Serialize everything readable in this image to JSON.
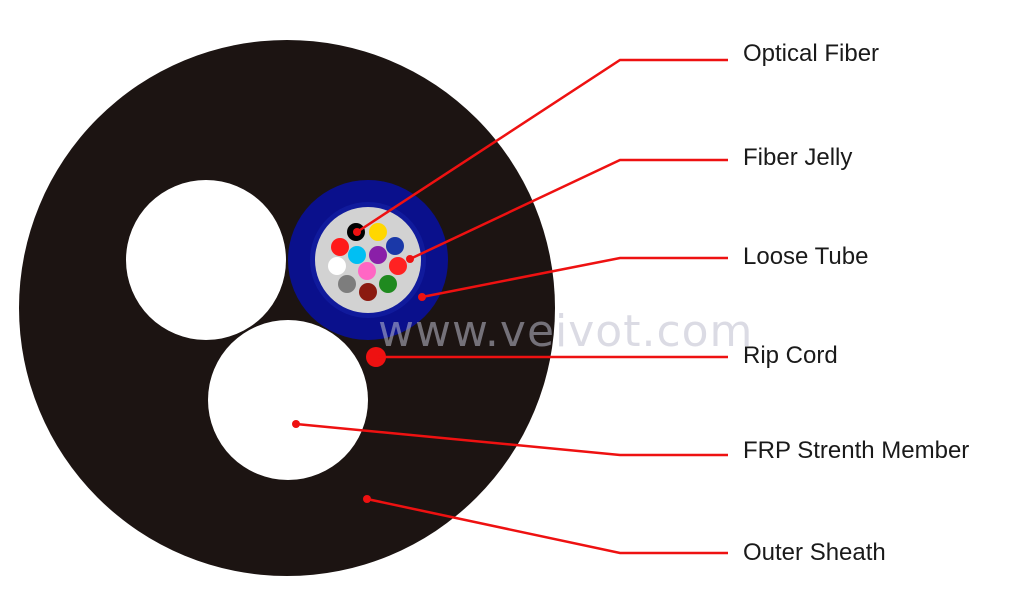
{
  "watermark": "www.veivot.com",
  "labels": {
    "optical_fiber": "Optical Fiber",
    "fiber_jelly": "Fiber Jelly",
    "loose_tube": "Loose Tube",
    "rip_cord": "Rip Cord",
    "frp_strength_member": "FRP Strenth Member",
    "outer_sheath": "Outer Sheath"
  },
  "colors": {
    "sheath": "#1c1412",
    "loose_tube": "#0a108c",
    "fiber_jelly": "#d2d2d2",
    "leader_line": "#ee1111",
    "fibers": [
      "#000000",
      "#ffd700",
      "#ff1a1a",
      "#1a38a8",
      "#00bff3",
      "#8a1fa8",
      "#ff2222",
      "#ffffff",
      "#ff66c4",
      "#7d7d7d",
      "#8b1a10",
      "#1f8a1f"
    ]
  }
}
